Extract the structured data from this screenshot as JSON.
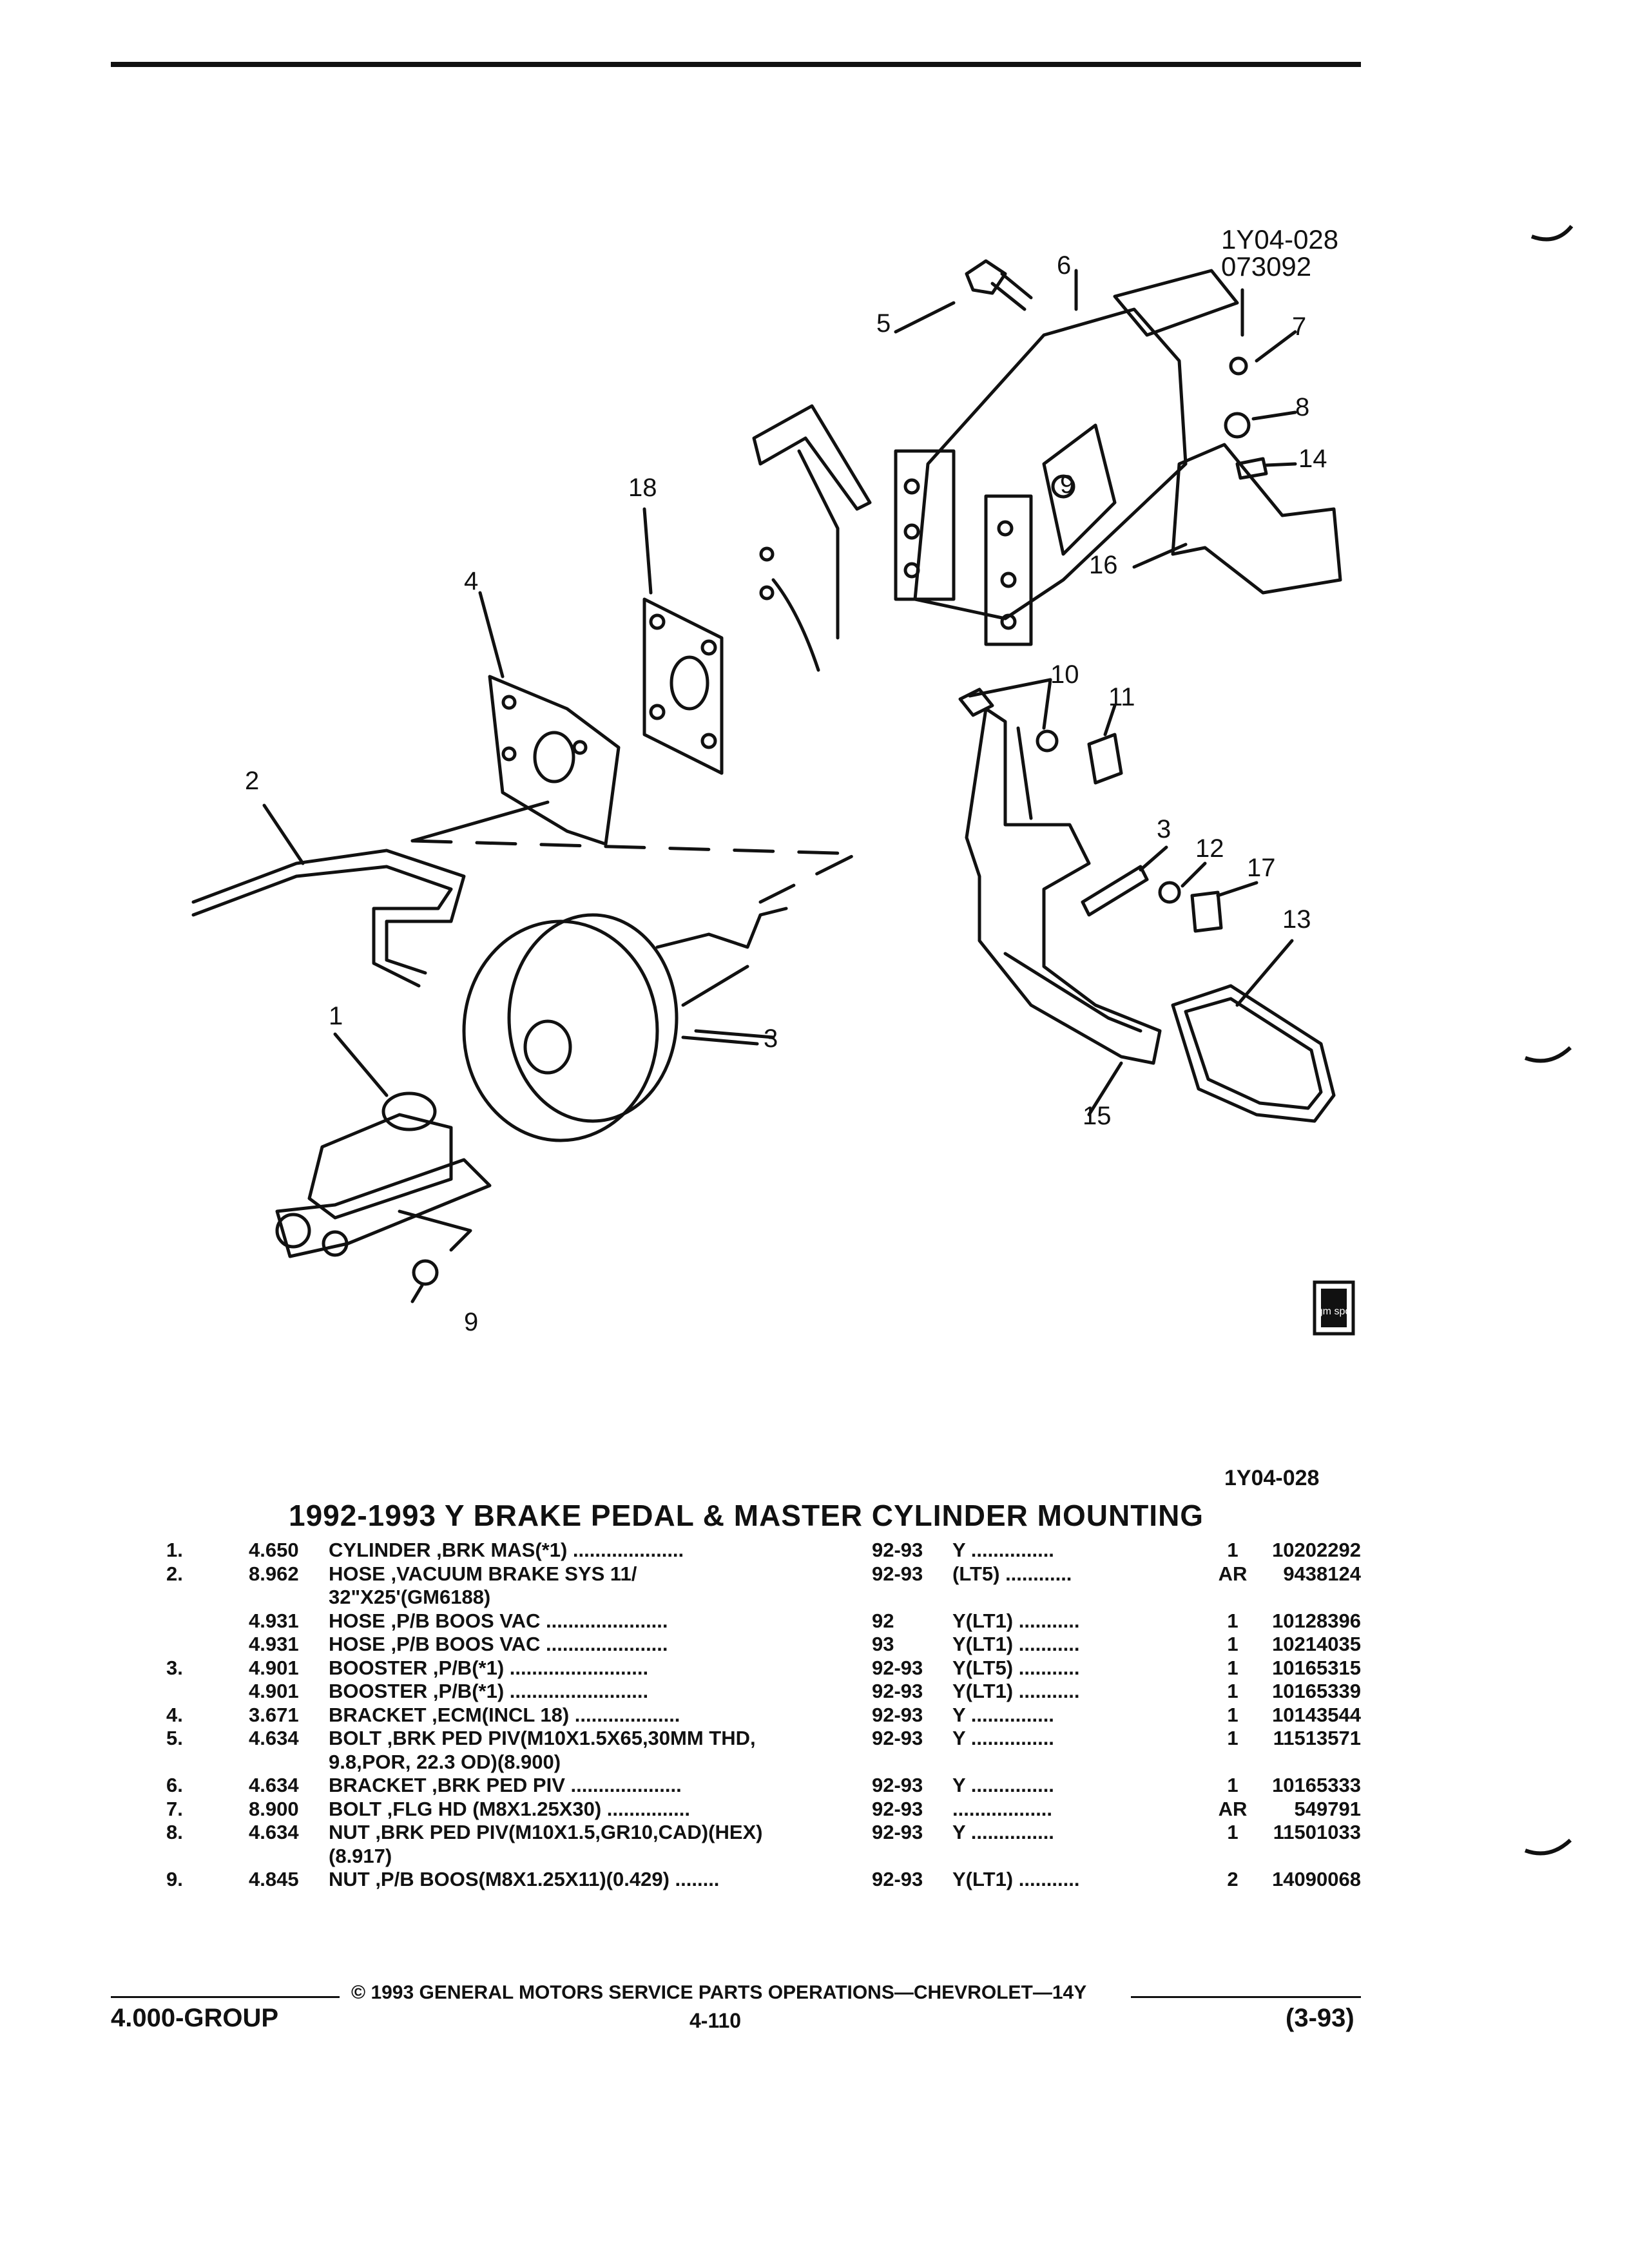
{
  "figure": {
    "id": "1Y04-028",
    "date": "073092",
    "bottom_label": "1Y04-028",
    "callouts": [
      "1",
      "2",
      "3",
      "3",
      "4",
      "5",
      "6",
      "7",
      "8",
      "9",
      "9",
      "10",
      "11",
      "12",
      "13",
      "14",
      "15",
      "16",
      "17",
      "18"
    ],
    "logo": "gm spo"
  },
  "title": "1992-1993 Y BRAKE PEDAL & MASTER CYLINDER MOUNTING",
  "parts": [
    {
      "no": "1.",
      "group": "4.650",
      "desc": "CYLINDER ,BRK MAS(*1) ....................",
      "years": "92-93",
      "model": "Y ...............",
      "qty": "1",
      "pn": "10202292"
    },
    {
      "no": "2.",
      "group": "8.962",
      "desc": "HOSE ,VACUUM BRAKE SYS 11/",
      "years": "92-93",
      "model": "(LT5) ............",
      "qty": "AR",
      "pn": "9438124"
    },
    {
      "no": "",
      "group": "",
      "desc": "32\"X25'(GM6188)",
      "years": "",
      "model": "",
      "qty": "",
      "pn": ""
    },
    {
      "no": "",
      "group": "4.931",
      "desc": "HOSE ,P/B BOOS VAC ......................",
      "years": "92",
      "model": "Y(LT1) ...........",
      "qty": "1",
      "pn": "10128396"
    },
    {
      "no": "",
      "group": "4.931",
      "desc": "HOSE ,P/B BOOS VAC ......................",
      "years": "93",
      "model": "Y(LT1) ...........",
      "qty": "1",
      "pn": "10214035"
    },
    {
      "no": "3.",
      "group": "4.901",
      "desc": "BOOSTER ,P/B(*1) .........................",
      "years": "92-93",
      "model": "Y(LT5) ...........",
      "qty": "1",
      "pn": "10165315"
    },
    {
      "no": "",
      "group": "4.901",
      "desc": "BOOSTER ,P/B(*1) .........................",
      "years": "92-93",
      "model": "Y(LT1) ...........",
      "qty": "1",
      "pn": "10165339"
    },
    {
      "no": "4.",
      "group": "3.671",
      "desc": "BRACKET ,ECM(INCL 18) ...................",
      "years": "92-93",
      "model": "Y ...............",
      "qty": "1",
      "pn": "10143544"
    },
    {
      "no": "5.",
      "group": "4.634",
      "desc": "BOLT ,BRK PED PIV(M10X1.5X65,30MM THD,",
      "years": "92-93",
      "model": "Y ...............",
      "qty": "1",
      "pn": "11513571"
    },
    {
      "no": "",
      "group": "",
      "desc": "9.8,POR, 22.3 OD)(8.900)",
      "years": "",
      "model": "",
      "qty": "",
      "pn": ""
    },
    {
      "no": "6.",
      "group": "4.634",
      "desc": "BRACKET ,BRK PED PIV ....................",
      "years": "92-93",
      "model": "Y ...............",
      "qty": "1",
      "pn": "10165333"
    },
    {
      "no": "7.",
      "group": "8.900",
      "desc": "BOLT ,FLG HD (M8X1.25X30) ...............",
      "years": "92-93",
      "model": "..................",
      "qty": "AR",
      "pn": "549791"
    },
    {
      "no": "8.",
      "group": "4.634",
      "desc": "NUT ,BRK PED PIV(M10X1.5,GR10,CAD)(HEX)",
      "years": "92-93",
      "model": "Y ...............",
      "qty": "1",
      "pn": "11501033"
    },
    {
      "no": "",
      "group": "",
      "desc": "(8.917)",
      "years": "",
      "model": "",
      "qty": "",
      "pn": ""
    },
    {
      "no": "9.",
      "group": "4.845",
      "desc": "NUT ,P/B BOOS(M8X1.25X11)(0.429) ........",
      "years": "92-93",
      "model": "Y(LT1) ...........",
      "qty": "2",
      "pn": "14090068"
    }
  ],
  "footer": {
    "copyright": "© 1993 GENERAL MOTORS SERVICE PARTS OPERATIONS—CHEVROLET—14Y",
    "group": "4.000-GROUP",
    "page": "4-110",
    "date": "(3-93)"
  }
}
